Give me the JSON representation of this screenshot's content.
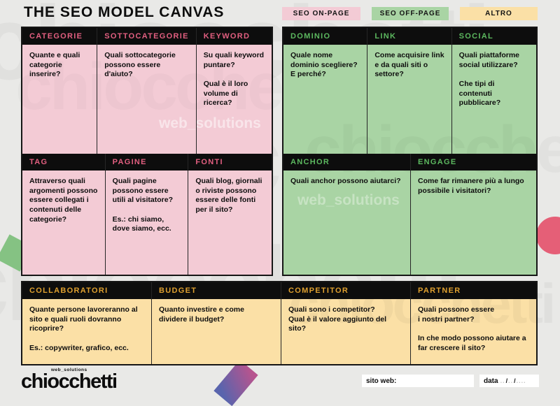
{
  "title": "THE SEO MODEL CANVAS",
  "legend": {
    "on_page": {
      "label": "SEO ON-PAGE",
      "color": "#f3cbd5"
    },
    "off_page": {
      "label": "SEO OFF-PAGE",
      "color": "#a9d4a4"
    },
    "altro": {
      "label": "ALTRO",
      "color": "#fbe0a6"
    }
  },
  "colors": {
    "background": "#e9e9e7",
    "pink_cell": "#f3cbd5",
    "pink_header_text": "#e25f80",
    "green_cell": "#a9d4a4",
    "green_header_text": "#5cb85f",
    "yellow_cell": "#fbe0a6",
    "yellow_header_text": "#dfa02f",
    "header_bar": "#0d0d0d",
    "decor_green": "#85c283",
    "decor_pink_circle": "#e55f77",
    "decor_gradient_start": "#b7548e",
    "decor_gradient_end": "#5964ad"
  },
  "sections": {
    "on_page": {
      "row1": [
        {
          "title": "CATEGORIE",
          "body": "Quante e quali categorie inserire?"
        },
        {
          "title": "SOTTOCATEGORIE",
          "body": "Quali sottocategorie possono essere d'aiuto?"
        },
        {
          "title": "KEYWORD",
          "body": "Su quali keyword puntare?\n\nQual è il loro volume di ricerca?"
        }
      ],
      "row2": [
        {
          "title": "TAG",
          "body": "Attraverso quali argomenti possono essere collegati i contenuti delle categorie?"
        },
        {
          "title": "PAGINE",
          "body": "Quali pagine possono essere utili al visitatore?\n\nEs.: chi siamo, dove siamo, ecc."
        },
        {
          "title": "FONTI",
          "body": "Quali blog, giornali o riviste possono essere delle fonti per il sito?"
        }
      ]
    },
    "off_page": {
      "row1": [
        {
          "title": "DOMINIO",
          "body": "Quale nome dominio scegliere? E perché?"
        },
        {
          "title": "LINK",
          "body": "Come acquisire link e da quali siti o settore?"
        },
        {
          "title": "SOCIAL",
          "body": "Quali piattaforme social utilizzare?\n\nChe tipi di contenuti pubblicare?"
        }
      ],
      "row2": [
        {
          "title": "ANCHOR",
          "body": "Quali anchor possono aiutarci?"
        },
        {
          "title": "ENGAGE",
          "body": "Come far rimanere più a lungo possibile i visitatori?"
        }
      ]
    },
    "altro": {
      "cells": [
        {
          "title": "COLLABORATORI",
          "body": "Quante persone lavoreranno al sito e quali ruoli dovranno ricoprire?\n\nEs.: copywriter, grafico, ecc."
        },
        {
          "title": "BUDGET",
          "body": "Quanto investire e come dividere il budget?"
        },
        {
          "title": "COMPETITOR",
          "body": "Quali sono i competitor?\nQual è il valore aggiunto del sito?"
        },
        {
          "title": "PARTNER",
          "body": "Quali possono essere\ni nostri partner?\n\nIn che modo possono aiutare a far crescere il sito?"
        }
      ]
    }
  },
  "watermark": {
    "brand": "chiocchetti",
    "sub": "web_solutions"
  },
  "footer": {
    "logo_text": "chiocchetti",
    "logo_sub": "web_solutions",
    "site_label": "sito web:",
    "site_value": "",
    "date_label": "data",
    "date_parts": [
      "..",
      "/",
      "..",
      "/",
      "...."
    ]
  }
}
